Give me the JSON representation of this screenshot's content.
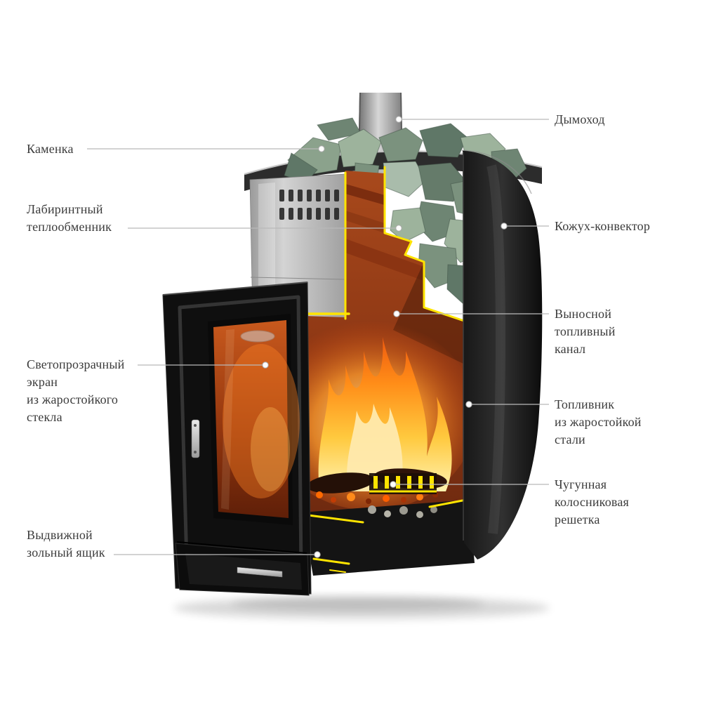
{
  "figure": {
    "type": "cutaway-diagram",
    "subject": "Sauna wood-burning stove cutaway with component callouts",
    "background": "#ffffff",
    "labels_left": [
      {
        "text": "Каменка"
      },
      {
        "text": "Лабиринтный\nтеплообменник"
      },
      {
        "text": "Светопрозрачный\nэкран\nиз жаростойкого\nстекла"
      },
      {
        "text": "Выдвижной\nзольный ящик"
      }
    ],
    "labels_right": [
      {
        "text": "Дымоход"
      },
      {
        "text": "Кожух-конвектор"
      },
      {
        "text": "Выносной\nтопливный\nканал"
      },
      {
        "text": "Топливник\nиз жаростойкой\nстали"
      },
      {
        "text": "Чугунная\nколосниковая\nрешетка"
      }
    ],
    "colors": {
      "label_text": "#3b3b3b",
      "leader_line": "#b9b9b9",
      "cut_edge_yellow": "#ffe400",
      "fire_orange": "#ff9e1f",
      "stone_green": "#8ba28c",
      "casing_dark": "#2f2f2f",
      "steel_gray": "#d2d2d2",
      "firebox_rust": "#a8491c"
    }
  }
}
